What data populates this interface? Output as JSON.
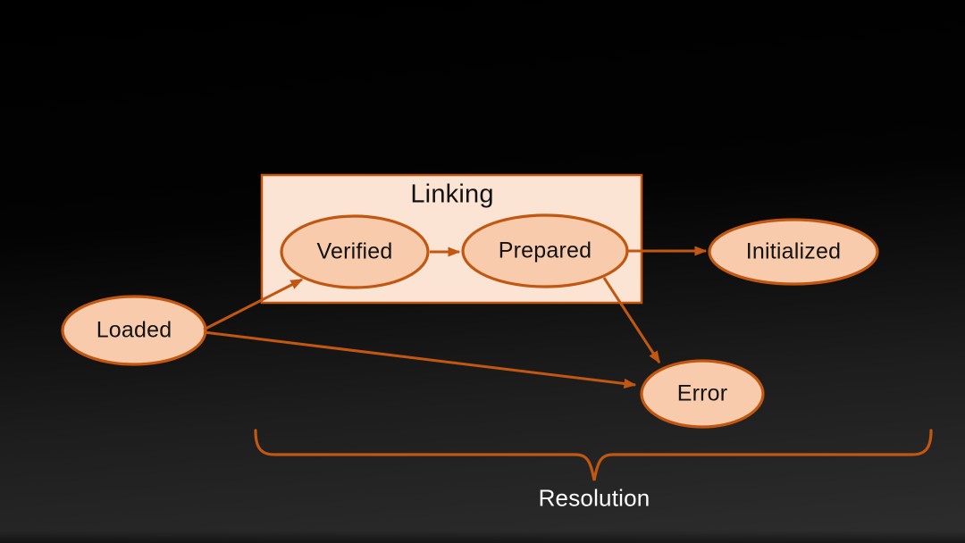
{
  "slide": {
    "colors": {
      "accent": "#C25711",
      "node_fill": "#F7CBAC",
      "group_fill": "#FBE4D4",
      "node_text": "#121212",
      "caption_text": "#FFFFFF",
      "bg_top": "#000000",
      "bg_bottom": "#2E2E2E"
    },
    "group_box": {
      "label": "Linking"
    },
    "nodes": [
      {
        "id": "loaded",
        "label": "Loaded"
      },
      {
        "id": "verified",
        "label": "Verified"
      },
      {
        "id": "prepared",
        "label": "Prepared"
      },
      {
        "id": "initialized",
        "label": "Initialized"
      },
      {
        "id": "error",
        "label": "Error"
      }
    ],
    "edges": [
      {
        "from": "loaded",
        "to": "verified"
      },
      {
        "from": "verified",
        "to": "prepared"
      },
      {
        "from": "prepared",
        "to": "initialized"
      },
      {
        "from": "prepared",
        "to": "error"
      },
      {
        "from": "loaded",
        "to": "error"
      }
    ],
    "brace_label": "Resolution"
  }
}
